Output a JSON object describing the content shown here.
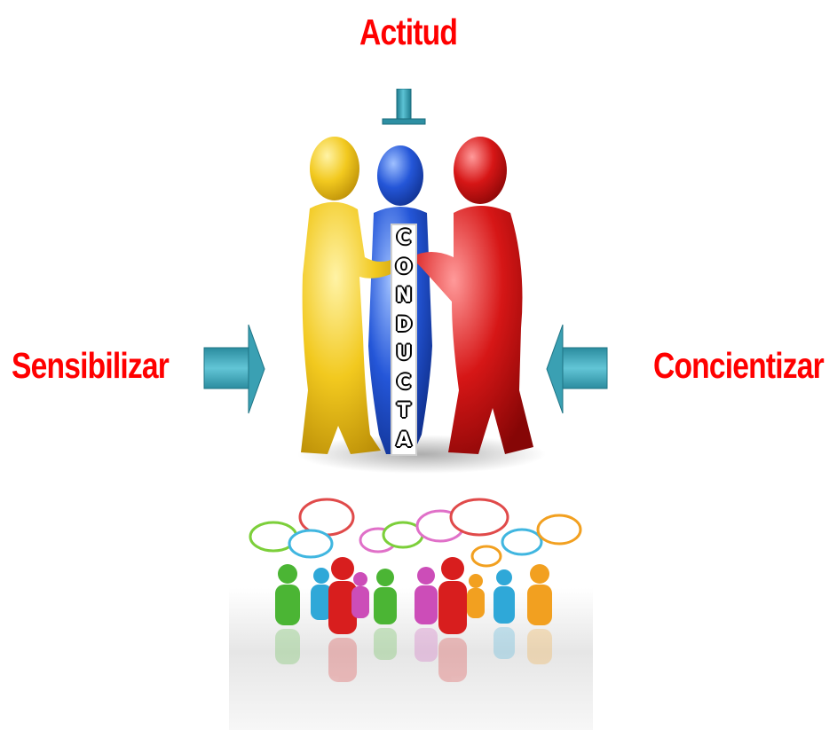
{
  "labels": {
    "top": "Actitud",
    "left": "Sensibilizar",
    "right": "Concientizar"
  },
  "center_word": [
    "C",
    "O",
    "N",
    "D",
    "U",
    "C",
    "T",
    "A"
  ],
  "colors": {
    "label_red": "#ff0000",
    "arrow_teal": "#3aa0b3",
    "figure_yellow": "#f2c91f",
    "figure_blue": "#2456d8",
    "figure_red": "#d61616"
  }
}
